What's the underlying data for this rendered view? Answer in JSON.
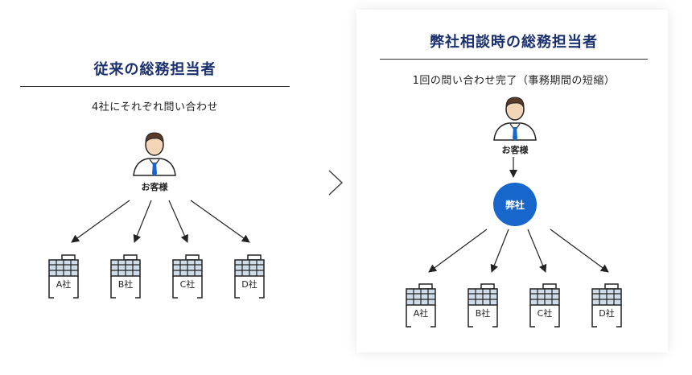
{
  "left": {
    "title": "従来の総務担当者",
    "subtitle": "4社にそれぞれ問い合わせ",
    "customer_label": "お客様",
    "companies": [
      "A社",
      "B社",
      "C社",
      "D社"
    ]
  },
  "right": {
    "title": "弊社相談時の総務担当者",
    "subtitle": "1回の問い合わせ完了（事務期間の短縮）",
    "customer_label": "お客様",
    "intermediary_label": "弊社",
    "companies": [
      "A社",
      "B社",
      "C社",
      "D社"
    ]
  },
  "colors": {
    "title": "#1a2f6e",
    "accent": "#1766cc",
    "building_fill": "#cfdcea"
  }
}
